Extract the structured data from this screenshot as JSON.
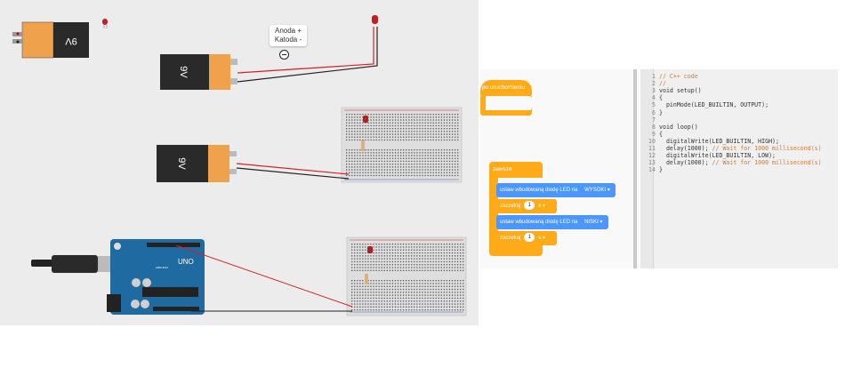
{
  "circuit": {
    "battery_label": "9V",
    "tooltip": {
      "line1": "Anoda +",
      "line2": "Katoda -"
    },
    "arduino": {
      "brand": "UNO",
      "sublabel": "ARDUINO"
    }
  },
  "blocks": {
    "hat_label": "po uruchomieniu",
    "forever_label": "zawsze",
    "set_led_label": "ustaw wbudowaną diodę LED na",
    "high_value": "WYSOKI",
    "wait_label": "zaczekaj",
    "wait_value": "1",
    "wait_unit": "s",
    "low_value": "NISKI",
    "dropdown_arrow": "▾"
  },
  "code": {
    "lines": [
      {
        "n": "1",
        "text": "// C++ code",
        "comment": true
      },
      {
        "n": "2",
        "text": "//",
        "comment": true
      },
      {
        "n": "3",
        "text": "void setup()",
        "comment": false
      },
      {
        "n": "4",
        "text": "{",
        "comment": false
      },
      {
        "n": "5",
        "text": "  pinMode(LED_BUILTIN, OUTPUT);",
        "comment": false
      },
      {
        "n": "6",
        "text": "}",
        "comment": false
      },
      {
        "n": "7",
        "text": "",
        "comment": false
      },
      {
        "n": "8",
        "text": "void loop()",
        "comment": false
      },
      {
        "n": "9",
        "text": "{",
        "comment": false
      },
      {
        "n": "10",
        "text": "  digitalWrite(LED_BUILTIN, HIGH);",
        "comment": false
      },
      {
        "n": "11",
        "text": "  delay(1000); ",
        "tail": "// Wait for 1000 millisecond(s)",
        "comment": false
      },
      {
        "n": "12",
        "text": "  digitalWrite(LED_BUILTIN, LOW);",
        "comment": false
      },
      {
        "n": "13",
        "text": "  delay(1000); ",
        "tail": "// Wait for 1000 millisecond(s)",
        "comment": false
      },
      {
        "n": "14",
        "text": "}",
        "comment": false
      }
    ]
  },
  "colors": {
    "block_orange": "#ffab19",
    "block_blue": "#4c97ff",
    "battery_orange": "#f0a14b",
    "arduino_blue": "#1f6aa0",
    "wire_red": "#d42020"
  }
}
